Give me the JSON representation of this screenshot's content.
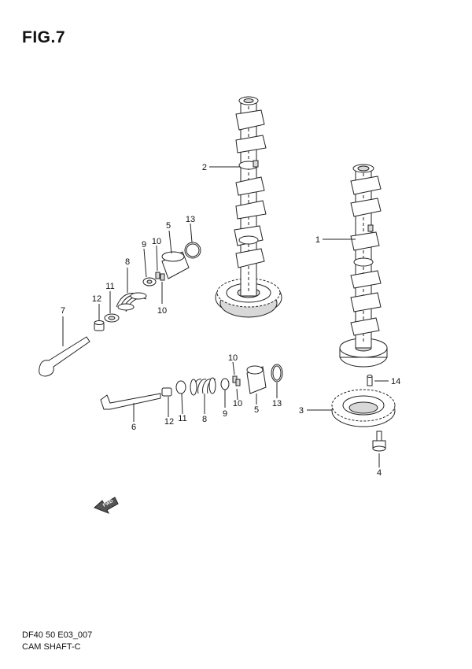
{
  "figure": {
    "title": "FIG.7"
  },
  "footer": {
    "model_code": "DF40 50 E03_007",
    "assembly_name": "CAM SHAFT-C"
  },
  "fwd_marker": {
    "label": "FWD",
    "icon": "fwd-arrow-icon"
  },
  "callouts": {
    "p1": "1",
    "p2": "2",
    "p3": "3",
    "p4": "4",
    "p5a": "5",
    "p5b": "5",
    "p6": "6",
    "p7": "7",
    "p8a": "8",
    "p8b": "8",
    "p9a": "9",
    "p9b": "9",
    "p10a": "10",
    "p10b": "10",
    "p10c": "10",
    "p10d": "10",
    "p11a": "11",
    "p11b": "11",
    "p12a": "12",
    "p12b": "12",
    "p13a": "13",
    "p13b": "13",
    "p14": "14"
  }
}
